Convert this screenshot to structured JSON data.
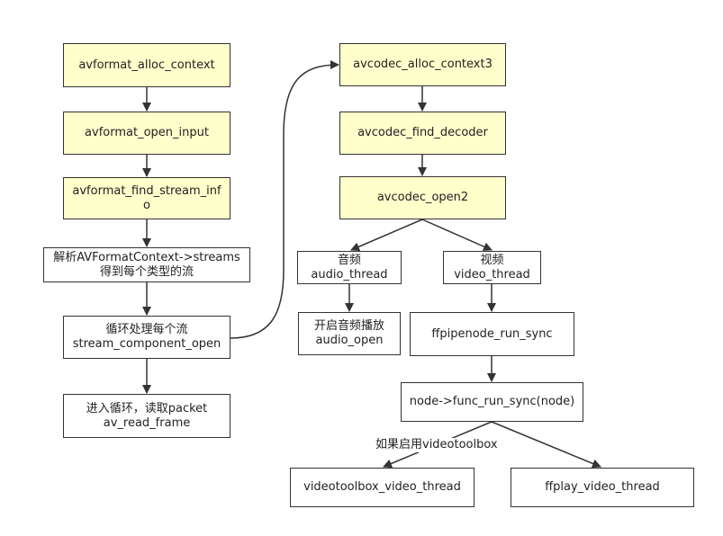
{
  "colors": {
    "highlight_fill": "#ffffcc",
    "plain_fill": "#ffffff",
    "stroke": "#333333"
  },
  "nodes": {
    "alloc_context": {
      "lines": [
        "avformat_alloc_context"
      ]
    },
    "open_input": {
      "lines": [
        "avformat_open_input"
      ]
    },
    "find_stream_info": {
      "lines": [
        "avformat_find_stream_info"
      ]
    },
    "parse_streams": {
      "lines": [
        "解析AVFormatContext->streams",
        "得到每个类型的流"
      ]
    },
    "loop_streams": {
      "lines": [
        "循环处理每个流",
        "stream_component_open"
      ]
    },
    "read_loop": {
      "lines": [
        "进入循环，读取packet",
        "av_read_frame"
      ]
    },
    "codec_alloc": {
      "lines": [
        "avcodec_alloc_context3"
      ]
    },
    "find_decoder": {
      "lines": [
        "avcodec_find_decoder"
      ]
    },
    "codec_open": {
      "lines": [
        "avcodec_open2"
      ]
    },
    "audio_thread": {
      "lines": [
        "音频",
        "audio_thread"
      ]
    },
    "video_thread": {
      "lines": [
        "视频",
        "video_thread"
      ]
    },
    "audio_open": {
      "lines": [
        "开启音频播放",
        "audio_open"
      ]
    },
    "ffpipenode_sync": {
      "lines": [
        "ffpipenode_run_sync"
      ]
    },
    "func_run_sync": {
      "lines": [
        "node->func_run_sync(node)"
      ]
    },
    "videotoolbox_thread": {
      "lines": [
        "videotoolbox_video_thread"
      ]
    },
    "ffplay_thread": {
      "lines": [
        "ffplay_video_thread"
      ]
    }
  },
  "edge_labels": {
    "videotoolbox_condition": "如果启用videotoolbox"
  }
}
